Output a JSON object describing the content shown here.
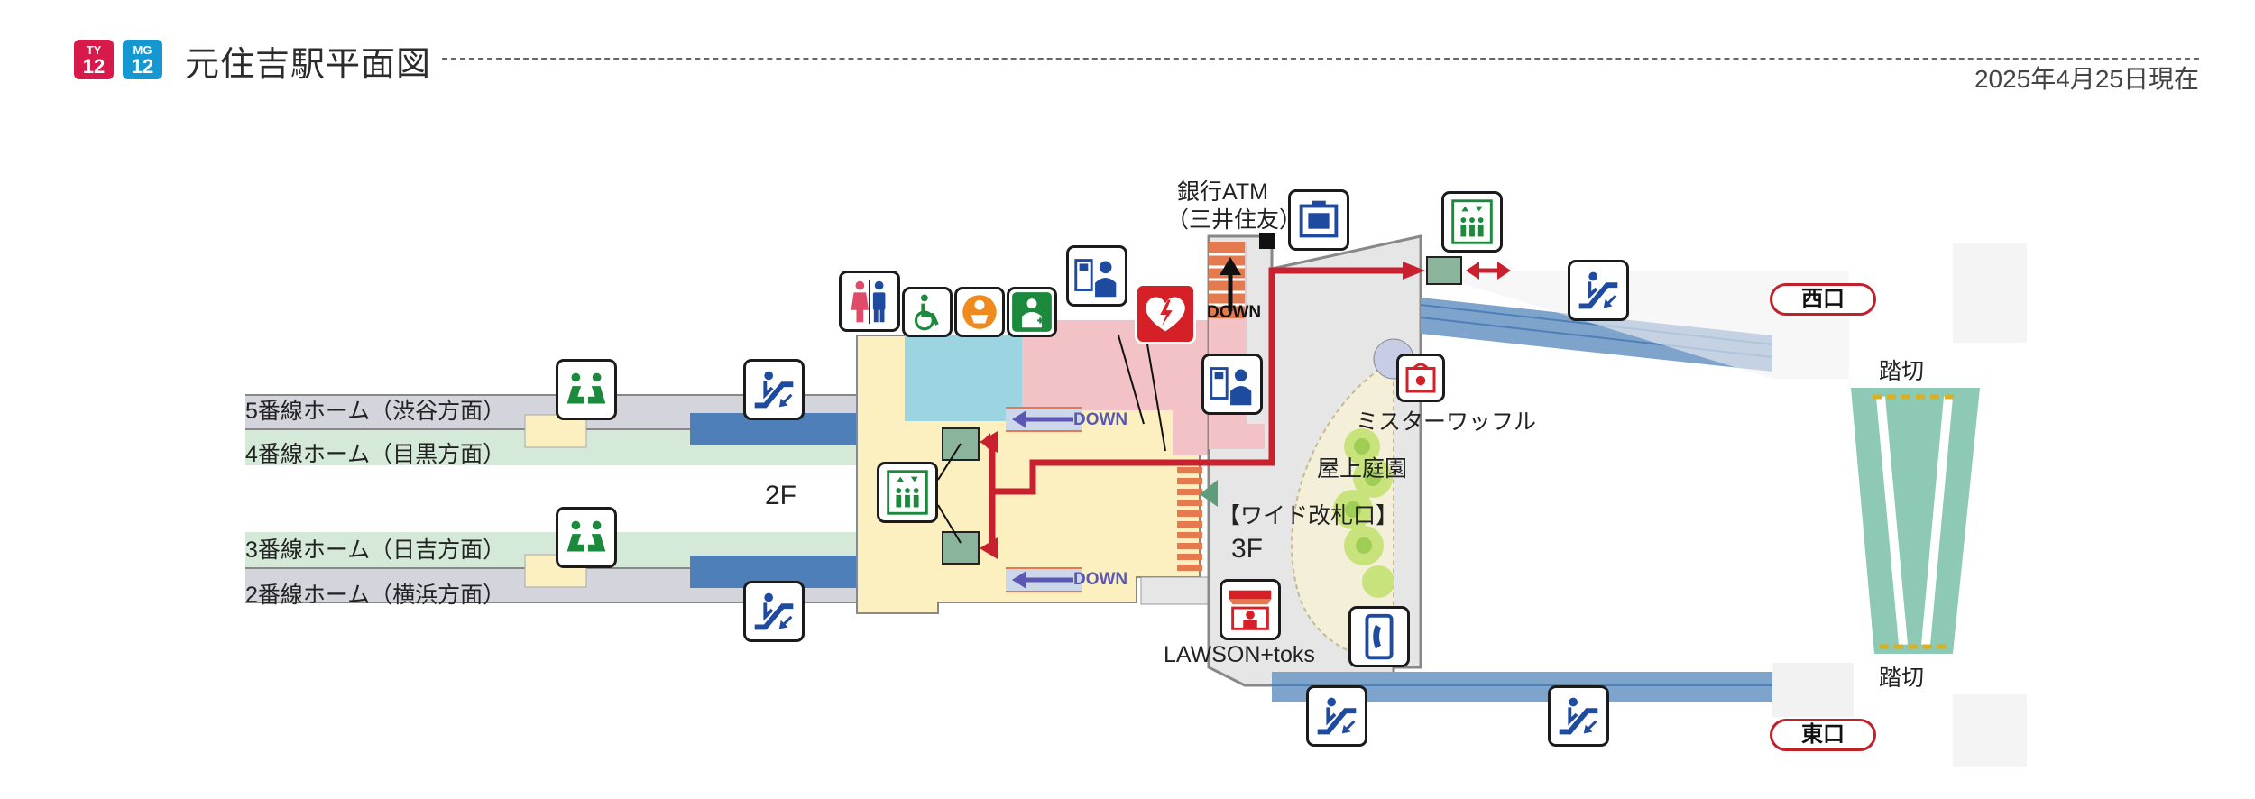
{
  "header": {
    "badges": [
      {
        "line": "TY",
        "num": "12",
        "color": "#d71a49"
      },
      {
        "line": "MG",
        "num": "12",
        "color": "#1598d2"
      }
    ],
    "title": "元住吉駅平面図",
    "date": "2025年4月25日現在"
  },
  "platforms": {
    "p5": "5番線ホーム（渋谷方面）",
    "p4": "4番線ホーム（目黒方面）",
    "p3": "3番線ホーム（日吉方面）",
    "p2": "2番線ホーム（横浜方面）"
  },
  "floors": {
    "f2": "2F",
    "f3": "3F"
  },
  "labels": {
    "atm_line1": "銀行ATM",
    "atm_line2": "（三井住友）",
    "down": "DOWN",
    "waffle": "ミスターワッフル",
    "garden": "屋上庭園",
    "wide_gate": "【ワイド改札口】",
    "lawson": "LAWSON+toks",
    "crossing": "踏切"
  },
  "exits": {
    "west": "西口",
    "east": "東口"
  },
  "icons": [
    "restroom-icon",
    "accessible-restroom-icon",
    "baby-care-icon",
    "ostomate-icon",
    "ticket-machine-icon",
    "aed-icon",
    "fare-adjustment-icon",
    "locker-icon",
    "elevator-icon",
    "escalator-icon",
    "waiting-room-icon",
    "shop-icon",
    "telephone-icon"
  ],
  "colors": {
    "route_red": "#c8202e",
    "platform_gray": "#d4d4dc",
    "platform_green": "#d5e9d8",
    "concourse_yellow": "#fcefc0",
    "escalator_blue": "#4f7fb8",
    "restroom_blue": "#9dd4e2",
    "restroom_pink": "#f2c2c6",
    "concourse_gray": "#e6e6e6",
    "garden_green": "#c8e37c",
    "track_teal": "#8dc9b4",
    "stair_orange": "#e57a4f"
  }
}
